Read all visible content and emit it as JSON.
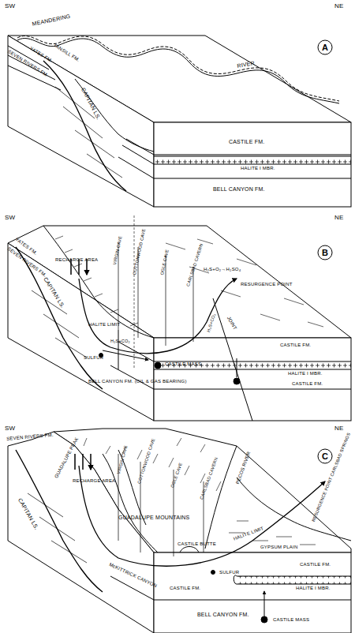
{
  "diagram": {
    "nodes": [
      {
        "text": [
          "A"
        ]
      },
      {
        "text": [
          "B"
        ]
      },
      {
        "text": [
          "C"
        ]
      }
    ],
    "labels": [
      "SW",
      "NE",
      "MEANDERING",
      "RIVER",
      "TANSILL FM.",
      "YATES FM.",
      "SEVEN RIVERS FM.",
      "CAPITAN LS.",
      "CASTILE FM.",
      "HALITE I MBR.",
      "BELL CANYON FM.",
      "SW",
      "NE",
      "SEVEN RIVERS FM.",
      "YATES FM.",
      "CAPITAN LS.",
      "RECHARGE AREA",
      "VIRGIN CAVE",
      "COTTONWOOD CAVE",
      "OGLE CAVE",
      "CARLSBAD CAVERN",
      "H₂S+O₂→H₂SO₄",
      "RESURGENCE POINT",
      "JOINT",
      "HALITE LIMIT",
      "H₂S+CO₂",
      "SULFUR",
      "H₂S+CO₂",
      "CASTILE MASS",
      "BELL CANYON FM. (OIL & GAS BEARING)",
      "CASTILE FM.",
      "HALITE I MBR.",
      "CASTILE FM.",
      "SW",
      "NE",
      "SEVEN RIVERS FM.",
      "GUADALUPE PEAK",
      "RECHARGE AREA",
      "VIRGIN CAVE",
      "COTTONWOOD CAVE",
      "OGLE CAVE",
      "CARLSBAD CAVERN",
      "PECOS RIVER",
      "RESURGENCE POINT CARLSBAD SPRINGS",
      "CAPITAN LS.",
      "GUADALUPE MOUNTAINS",
      "HALITE LIMIT",
      "GYPSUM PLAIN",
      "CASTILE BUTTE",
      "McKITTRICK CANYON",
      "SULFUR",
      "CASTILE FM.",
      "HALITE I MBR.",
      "CASTILE FM.",
      "BELL CANYON FM.",
      "CASTILE MASS"
    ]
  }
}
